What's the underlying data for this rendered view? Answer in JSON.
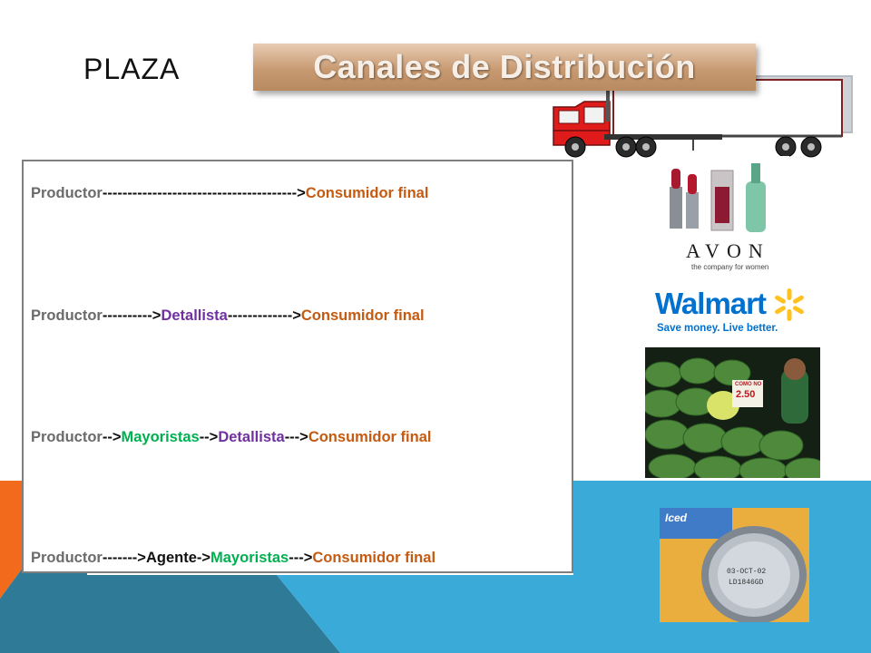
{
  "slide": {
    "section_title": "PLAZA",
    "banner_title": "Canales de Distribución"
  },
  "channels": [
    {
      "segments": [
        {
          "text": "Productor",
          "style": "grey"
        },
        {
          "text": "--------------------------------------->",
          "style": "dash"
        },
        {
          "text": "Consumidor  final",
          "style": "orange"
        }
      ]
    },
    {
      "segments": [
        {
          "text": "Productor",
          "style": "grey"
        },
        {
          "text": "---------->",
          "style": "dash"
        },
        {
          "text": "Detallista",
          "style": "purple"
        },
        {
          "text": "------------->",
          "style": "dash"
        },
        {
          "text": "Consumidor  final",
          "style": "orange"
        }
      ]
    },
    {
      "segments": [
        {
          "text": "Productor",
          "style": "grey"
        },
        {
          "text": "-->",
          "style": "dash"
        },
        {
          "text": "Mayoristas",
          "style": "green"
        },
        {
          "text": "-->",
          "style": "dash"
        },
        {
          "text": "Detallista",
          "style": "purple"
        },
        {
          "text": "--->",
          "style": "dash"
        },
        {
          "text": "Consumidor  final",
          "style": "orange"
        }
      ]
    },
    {
      "segments": [
        {
          "text": "Productor",
          "style": "grey"
        },
        {
          "text": "------->",
          "style": "dash"
        },
        {
          "text": "Agente",
          "style": "black"
        },
        {
          "text": "->",
          "style": "dash"
        },
        {
          "text": "Mayoristas",
          "style": "green"
        },
        {
          "text": "--->",
          "style": "dash"
        },
        {
          "text": "Consumidor  final",
          "style": "orange"
        }
      ]
    }
  ],
  "images": {
    "avon": {
      "brand": "AVON",
      "tagline": "the company for women"
    },
    "walmart": {
      "brand": "Walmart",
      "tagline": "Save money. Live better."
    },
    "market": {
      "sign_top": "COMO NO",
      "sign_price": "2.50"
    },
    "can": {
      "brand": "Iced",
      "code_line1": "03-OCT-02",
      "code_line2": "LD1846GD"
    }
  },
  "colors": {
    "orange_bg": "#f26b1d",
    "blue_bg": "#3aabd9",
    "teal_bg": "#2f7a97",
    "banner": "#c89a72",
    "walmart_blue": "#0071ce",
    "walmart_yellow": "#ffc220"
  }
}
